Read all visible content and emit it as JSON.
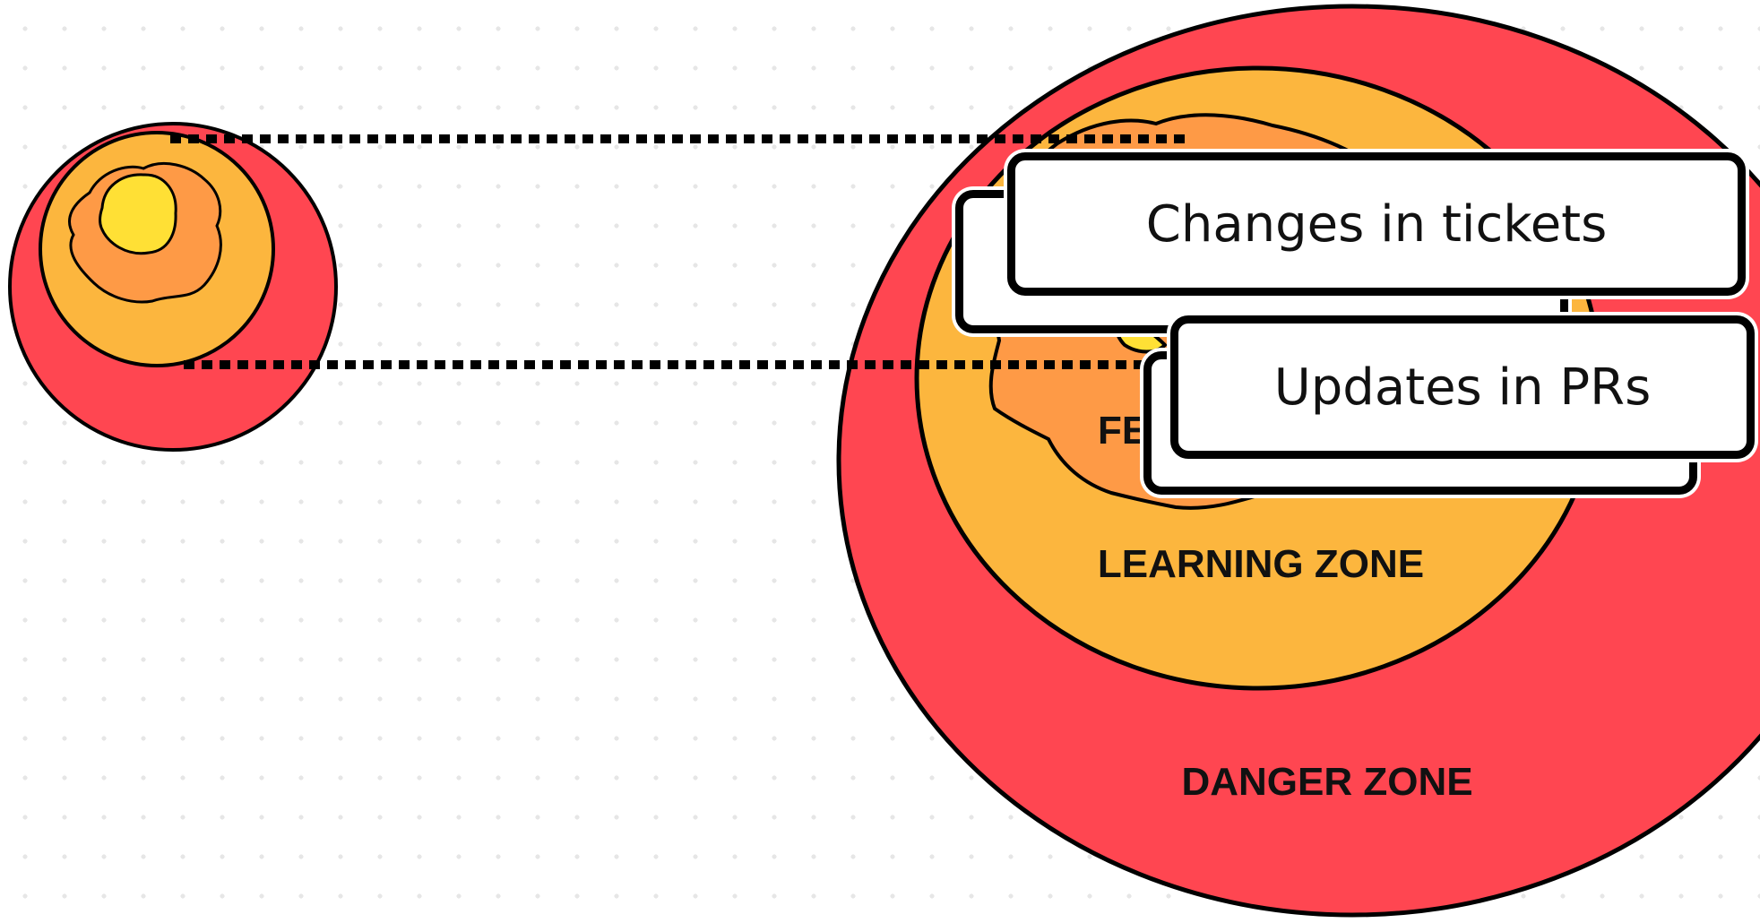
{
  "diagram": {
    "zones": [
      {
        "label": "DANGER ZONE",
        "color": "#ff4651"
      },
      {
        "label": "LEARNING ZONE",
        "color": "#fcb63e"
      },
      {
        "label": "FEAR ZONE",
        "color": "#fe9a46"
      },
      {
        "label": "",
        "color": "#ffe035"
      }
    ],
    "callouts": [
      {
        "label": "Changes in tickets"
      },
      {
        "label": "Updates in PRs"
      }
    ]
  }
}
